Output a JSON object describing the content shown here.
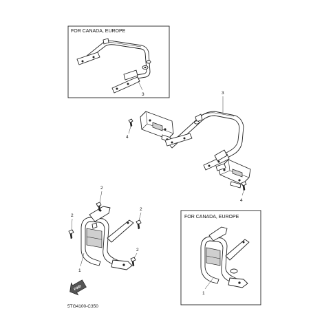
{
  "panels": {
    "top_inset_title": "FOR CANADA, EUROPE",
    "bottom_inset_title": "FOR CANADA, EUROPE"
  },
  "callouts": {
    "top_inset_ref": "3",
    "main_grab_bar_ref": "3",
    "main_bolt_left_ref": "4",
    "main_bolt_right_ref": "4",
    "guard_bolt_top_ref": "2",
    "guard_bolt_mid_ref": "2",
    "guard_bolt_left_ref": "2",
    "guard_bolt_low_ref": "2",
    "guard_ref": "1",
    "bottom_inset_ref": "1"
  },
  "fwd_marker": "FWD",
  "diagram_code": "5TG4100-C350"
}
